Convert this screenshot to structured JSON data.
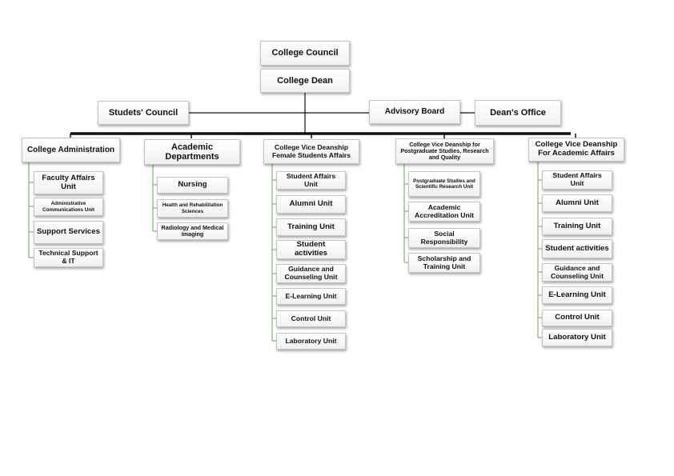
{
  "top": {
    "council": "College Council",
    "dean": "College Dean",
    "students_council": "Studets' Council",
    "advisory_board": "Advisory Board",
    "deans_office": "Dean's Office"
  },
  "departments": [
    {
      "title": "College Administration",
      "units": [
        "Faculty Affairs Unit",
        "Administrative Communications Unit",
        "Support Services",
        "Technical Support & IT"
      ]
    },
    {
      "title": "Academic Departments",
      "units": [
        "Nursing",
        "Health and Rehabilitation Sciences",
        "Radiology and Medical Imaging"
      ]
    },
    {
      "title": "College Vice Deanship Female Students Affairs",
      "units": [
        "Student Affairs Unit",
        "Alumni Unit",
        "Training Unit",
        "Student activities",
        "Guidance and Counseling Unit",
        "E-Learning Unit",
        "Control Unit",
        "Laboratory Unit"
      ]
    },
    {
      "title": "College Vice Deanship for Postgraduate Studies, Research and Quality",
      "units": [
        "Postgraduate Studies and Scientific Research Unit",
        "Academic Accreditation Unit",
        "Social Responsibility",
        "Scholarship and Training Unit"
      ]
    },
    {
      "title": "College Vice Deanship For Academic Affairs",
      "units": [
        "Student Affairs Unit",
        "Alumni Unit",
        "Training Unit",
        "Student activities",
        "Guidance and Counseling Unit",
        "E-Learning Unit",
        "Control Unit",
        "Laboratory Unit"
      ]
    }
  ],
  "colors": {
    "line": "#111111",
    "branch": "#6aa84f"
  }
}
